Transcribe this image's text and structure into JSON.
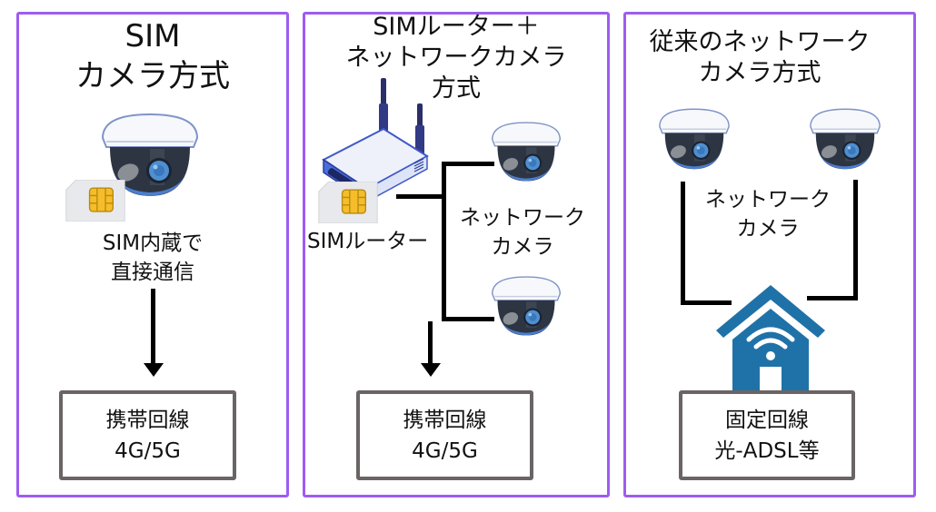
{
  "colors": {
    "panel_border": "#9d5cf2",
    "box_border": "#6a6464",
    "line": "#000000",
    "house": "#1f72a8",
    "camera_body": "#2d3440",
    "camera_lens": "#4f8fd0",
    "router": "#4a6ee0",
    "sim_chip": "#f5bd2a"
  },
  "panels": [
    {
      "id": "sim-camera",
      "title_lines": [
        "SIM",
        "カメラ方式"
      ],
      "icons": [
        "dome-camera-icon",
        "sim-card-icon"
      ],
      "caption_lines": [
        "SIM内蔵で",
        "直接通信"
      ],
      "box_lines": [
        "携帯回線",
        "4G/5G"
      ]
    },
    {
      "id": "sim-router-network-camera",
      "title_lines": [
        "SIMルーター＋",
        "ネットワークカメラ",
        "方式"
      ],
      "icons": [
        "router-icon",
        "sim-card-icon",
        "dome-camera-icon",
        "dome-camera-icon"
      ],
      "router_label": "SIMルーター",
      "camera_label_lines": [
        "ネットワーク",
        "カメラ"
      ],
      "box_lines": [
        "携帯回線",
        "4G/5G"
      ]
    },
    {
      "id": "traditional-network-camera",
      "title_lines": [
        "従来のネットワーク",
        "カメラ方式"
      ],
      "icons": [
        "dome-camera-icon",
        "dome-camera-icon",
        "house-wifi-icon"
      ],
      "camera_label_lines": [
        "ネットワーク",
        "カメラ"
      ],
      "box_lines": [
        "固定回線",
        "光-ADSL等"
      ]
    }
  ]
}
